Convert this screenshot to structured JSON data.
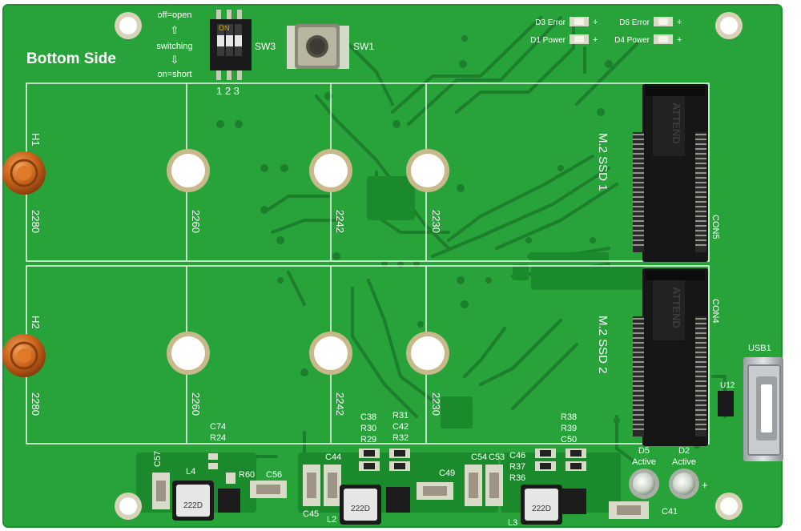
{
  "board": {
    "title": "Bottom Side",
    "colors": {
      "pcb": "#27a33a",
      "pcb_dark": "#1b8a2c",
      "trace": "#1a7d29",
      "silk": "#ffffff",
      "pad": "#d7dbc8",
      "hole_ring": "#c9b98e",
      "connector": "#1a1a1a",
      "standoff": "#d0741c"
    },
    "dip": {
      "l1": "off=open",
      "l2": "⇧",
      "l3": "switching",
      "l4": "⇩",
      "l5": "on=short",
      "numbers": "1 2 3",
      "ref": "SW3",
      "on_label": "ON"
    },
    "sw1": {
      "ref": "SW1"
    },
    "leds_top": {
      "d3": "D3 Error",
      "d1": "D1 Power",
      "d6": "D6 Error",
      "d4": "D4 Power",
      "plus": "+"
    },
    "slots": [
      {
        "id": "h1",
        "ref": "H1",
        "s2280": "2280",
        "s2260": "2260",
        "s2242": "2242",
        "s2230": "2230",
        "ssd": "M.2 SSD 1",
        "con": "CON5",
        "attend": "ATTEND"
      },
      {
        "id": "h2",
        "ref": "H2",
        "s2280": "2280",
        "s2260": "2260",
        "s2242": "2242",
        "s2230": "2230",
        "ssd": "M.2 SSD 2",
        "con": "CON4",
        "attend": "ATTEND"
      }
    ],
    "usb": {
      "ref": "USB1",
      "u12": "U12"
    },
    "components": {
      "c57": "C57",
      "l4": "L4",
      "c74": "C74",
      "r24": "R24",
      "r60": "R60",
      "c56": "C56",
      "c44": "C44",
      "c45": "C45",
      "l2": "L2",
      "c38": "C38",
      "r30": "R30",
      "r29": "R29",
      "r31": "R31",
      "c42": "C42",
      "r32": "R32",
      "c49": "C49",
      "c53": "C53",
      "c54": "C54",
      "c46": "C46",
      "r37": "R37",
      "r36": "R36",
      "l3": "L3",
      "r38": "R38",
      "r39": "R39",
      "c50": "C50",
      "c41": "C41",
      "inductor_mark": "222D"
    },
    "leds_bottom": {
      "d5": "D5",
      "d5_sub": "Active",
      "d2": "D2",
      "d2_sub": "Active",
      "plus": "+"
    }
  }
}
